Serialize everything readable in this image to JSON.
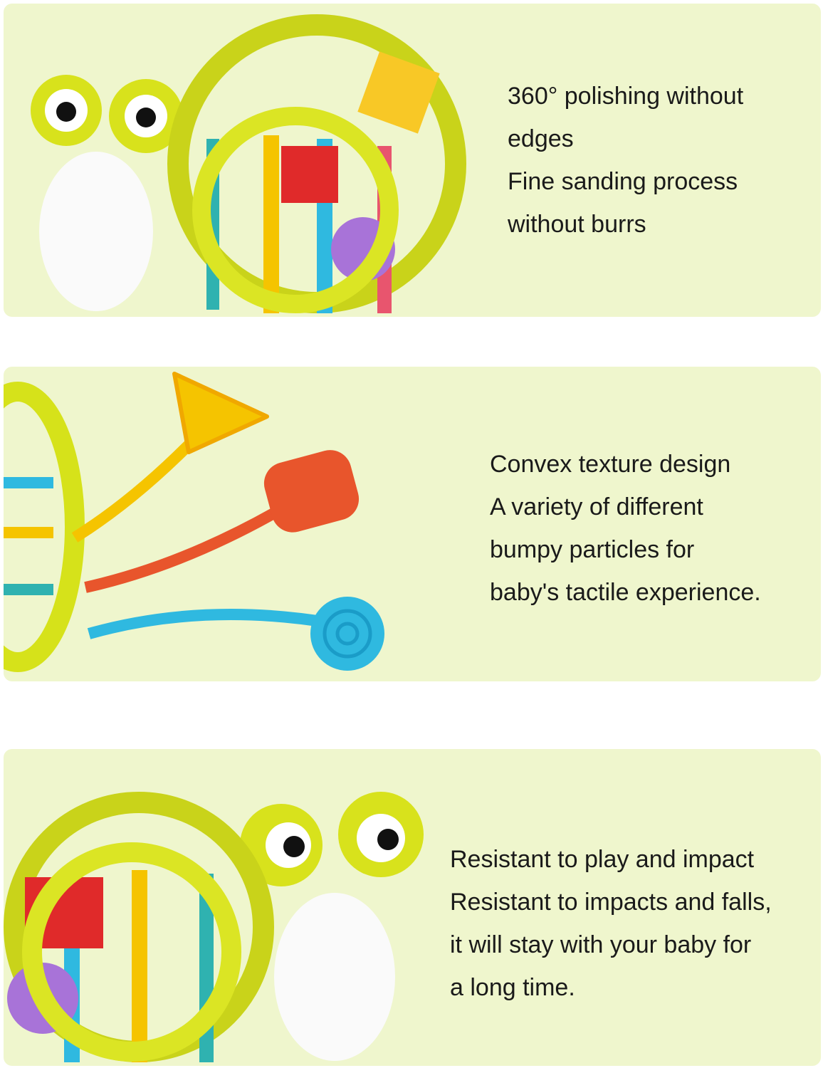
{
  "panels": [
    {
      "lines": [
        "360° polishing without",
        "edges",
        "Fine sanding process",
        "without burrs"
      ]
    },
    {
      "lines": [
        "Convex texture design",
        "A variety of different",
        "bumpy particles for",
        "baby's tactile experience."
      ]
    },
    {
      "lines": [
        "Resistant to play and impact",
        "Resistant to impacts and falls,",
        "it will stay with your baby for",
        "a long time."
      ]
    }
  ],
  "colors": {
    "panel_bg": "#eff6cd",
    "toy_green": "#d6e21a",
    "yellow": "#f5c400",
    "orange": "#e8552c",
    "cyan": "#2fb9e0"
  }
}
